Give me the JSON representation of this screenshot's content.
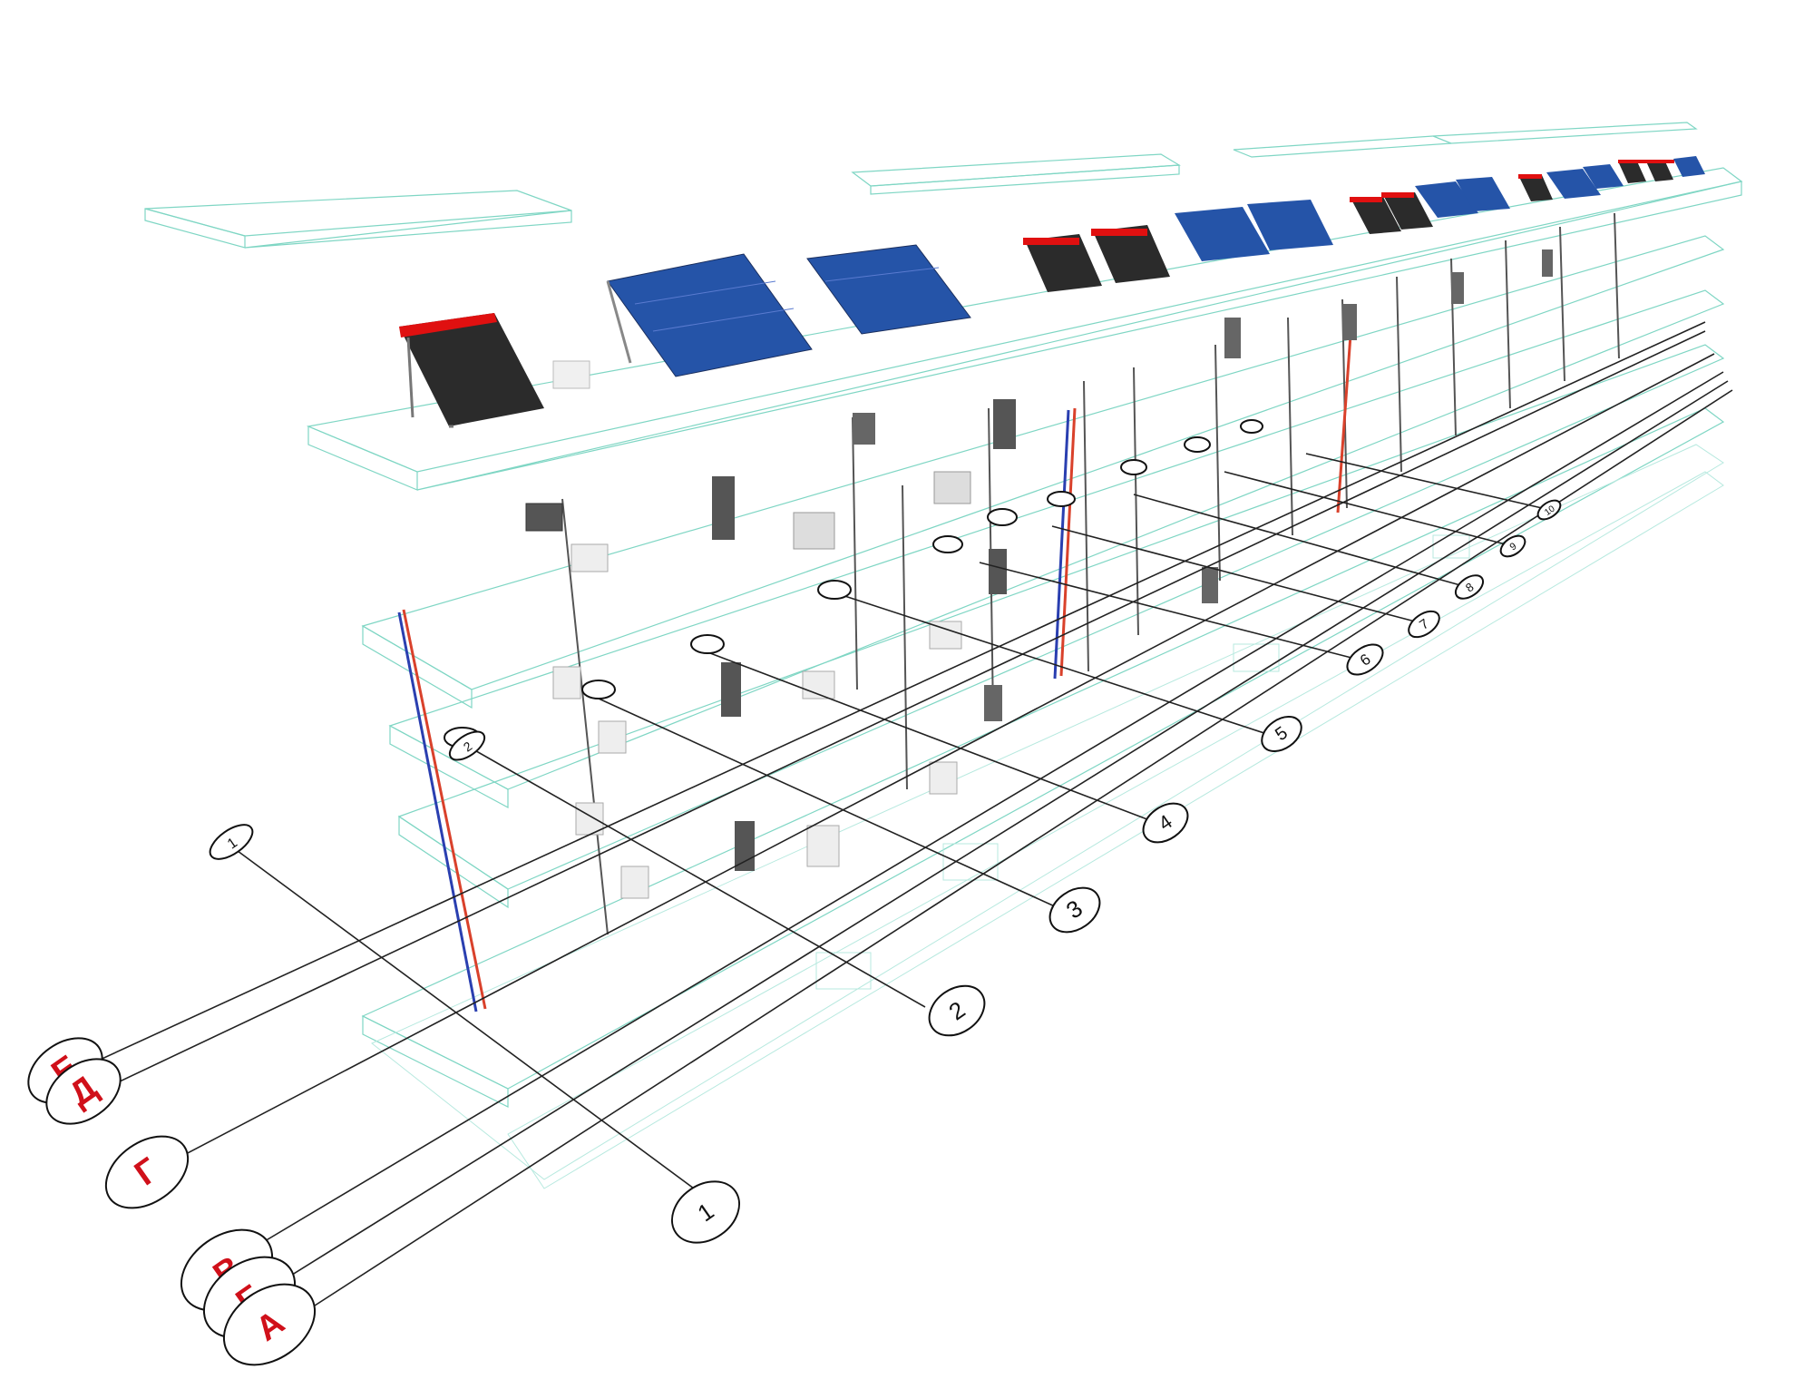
{
  "axes_numeric": [
    {
      "label": "1"
    },
    {
      "label": "2"
    },
    {
      "label": "3"
    },
    {
      "label": "4"
    },
    {
      "label": "5"
    },
    {
      "label": "6"
    },
    {
      "label": "7"
    },
    {
      "label": "8"
    },
    {
      "label": "9"
    },
    {
      "label": "10"
    }
  ],
  "axes_letter": [
    {
      "label": "Е"
    },
    {
      "label": "Д"
    },
    {
      "label": "Г"
    },
    {
      "label": "В"
    },
    {
      "label": "Б"
    },
    {
      "label": "А"
    }
  ],
  "colors": {
    "slab_outline": "#7fd6c4",
    "solar_panel": "#2554a8",
    "collector_tubes": "#2b2b2b",
    "collector_tank": "#e01010",
    "pipe_hot": "#d9412b",
    "pipe_cold": "#2a3fb0",
    "axis_label_red": "#d0101a"
  },
  "equipment_icons": [
    "solar-panel-icon",
    "solar-collector-icon",
    "radiator-icon",
    "boiler-cabinet-icon",
    "tank-icon"
  ]
}
